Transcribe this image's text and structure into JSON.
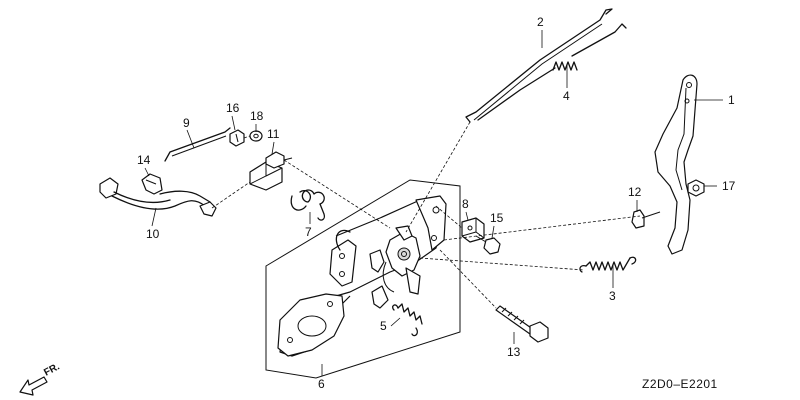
{
  "diagram": {
    "callouts": [
      {
        "id": "c1",
        "text": "1"
      },
      {
        "id": "c2",
        "text": "2"
      },
      {
        "id": "c3",
        "text": "3"
      },
      {
        "id": "c4",
        "text": "4"
      },
      {
        "id": "c5",
        "text": "5"
      },
      {
        "id": "c6",
        "text": "6"
      },
      {
        "id": "c7",
        "text": "7"
      },
      {
        "id": "c8",
        "text": "8"
      },
      {
        "id": "c9",
        "text": "9"
      },
      {
        "id": "c10",
        "text": "10"
      },
      {
        "id": "c11",
        "text": "11"
      },
      {
        "id": "c12",
        "text": "12"
      },
      {
        "id": "c13",
        "text": "13"
      },
      {
        "id": "c14",
        "text": "14"
      },
      {
        "id": "c15",
        "text": "15"
      },
      {
        "id": "c16",
        "text": "16"
      },
      {
        "id": "c17",
        "text": "17"
      },
      {
        "id": "c18",
        "text": "18"
      }
    ],
    "direction_label": "FR.",
    "diagram_code": "Z2D0–E2201",
    "icons": {
      "front_arrow": "front-direction-arrow-icon"
    }
  }
}
